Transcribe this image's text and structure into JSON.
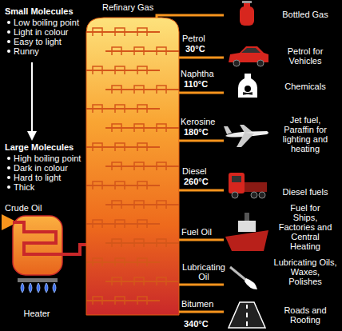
{
  "diagram": {
    "nodes": [
      {
        "text": [
          "Heater"
        ]
      }
    ],
    "labels": [
      "Small Molecules",
      "Low boiling point",
      "Light in colour",
      "Easy to light",
      "Runny",
      "Large Molecules",
      "High boiling point",
      "Dark in colour",
      "Hard to light",
      "Thick",
      "Crude Oil",
      "Refinary Gas",
      "Petrol",
      "30°C",
      "Naphtha",
      "110°C",
      "Kerosine",
      "180°C",
      "Diesel",
      "260°C",
      "Fuel Oil",
      "Lubricating Oil",
      "Bitumen",
      "340°C",
      "Bottled Gas",
      "Petrol for Vehicles",
      "Chemicals",
      "Jet fuel, Paraffin for lighting and heating",
      "Diesel fuels",
      "Fuel for Ships, Factories and Central Heating",
      "Lubricating Oils, Waxes, Polishes",
      "Roads and Roofing"
    ]
  }
}
